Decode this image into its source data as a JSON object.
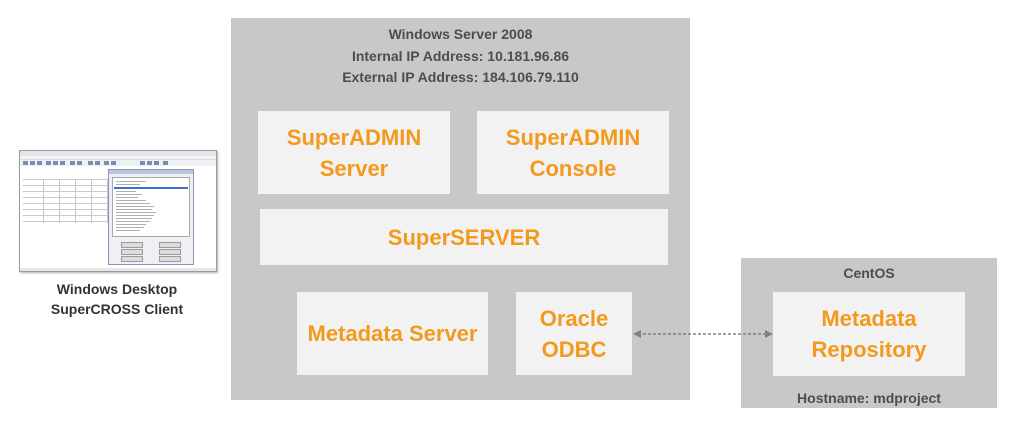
{
  "client": {
    "caption_line1": "Windows Desktop",
    "caption_line2": "SuperCROSS Client"
  },
  "windows_server": {
    "title": "Windows Server 2008",
    "internal_ip": "Internal IP Address: 10.181.96.86",
    "external_ip": "External IP Address: 184.106.79.110",
    "components": {
      "superadmin_server": "SuperADMIN\nServer",
      "superadmin_console": "SuperADMIN\nConsole",
      "superserver": "SuperSERVER",
      "metadata_server": "Metadata Server",
      "oracle_odbc": "Oracle\nODBC"
    }
  },
  "centos": {
    "title": "CentOS",
    "metadata_repository": "Metadata\nRepository",
    "hostname": "Hostname: mdproject"
  },
  "colors": {
    "panel": "#c8c8c9",
    "box": "#f2f2f2",
    "label_accent": "#f39a1e",
    "text": "#4d4d4d",
    "connector": "#808080"
  }
}
